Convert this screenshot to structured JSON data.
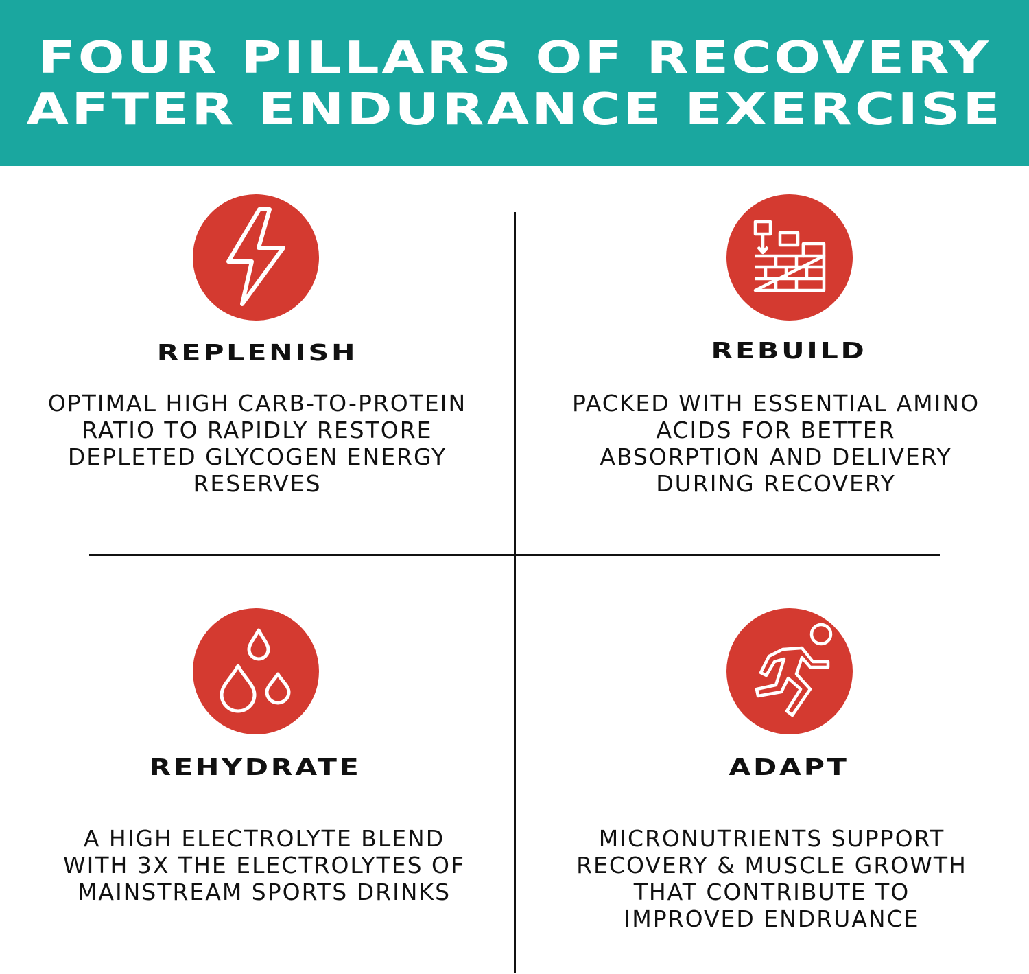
{
  "header": {
    "line1": "FOUR PILLARS OF RECOVERY",
    "line2": "AFTER ENDURANCE EXERCISE",
    "background_color": "#1aa79f"
  },
  "accent_color": "#d43a30",
  "pillars": [
    {
      "icon": "lightning-bolt-icon",
      "title": "REPLENISH",
      "description_lines": [
        "OPTIMAL HIGH CARB-TO-PROTEIN",
        "RATIO TO RAPIDLY RESTORE",
        "DEPLETED GLYCOGEN ENERGY",
        "RESERVES"
      ]
    },
    {
      "icon": "brick-wall-icon",
      "title": "REBUILD",
      "description_lines": [
        "PACKED WITH ESSENTIAL AMINO",
        "ACIDS FOR BETTER",
        "ABSORPTION AND DELIVERY",
        "DURING RECOVERY"
      ]
    },
    {
      "icon": "water-drops-icon",
      "title": "REHYDRATE",
      "description_lines": [
        "A HIGH ELECTROLYTE BLEND",
        "WITH 3X THE ELECTROLYTES OF",
        "MAINSTREAM SPORTS DRINKS"
      ]
    },
    {
      "icon": "running-person-icon",
      "title": "ADAPT",
      "description_lines": [
        "MICRONUTRIENTS SUPPORT",
        "RECOVERY & MUSCLE GROWTH",
        "THAT CONTRIBUTE TO",
        "IMPROVED ENDRUANCE"
      ]
    }
  ]
}
